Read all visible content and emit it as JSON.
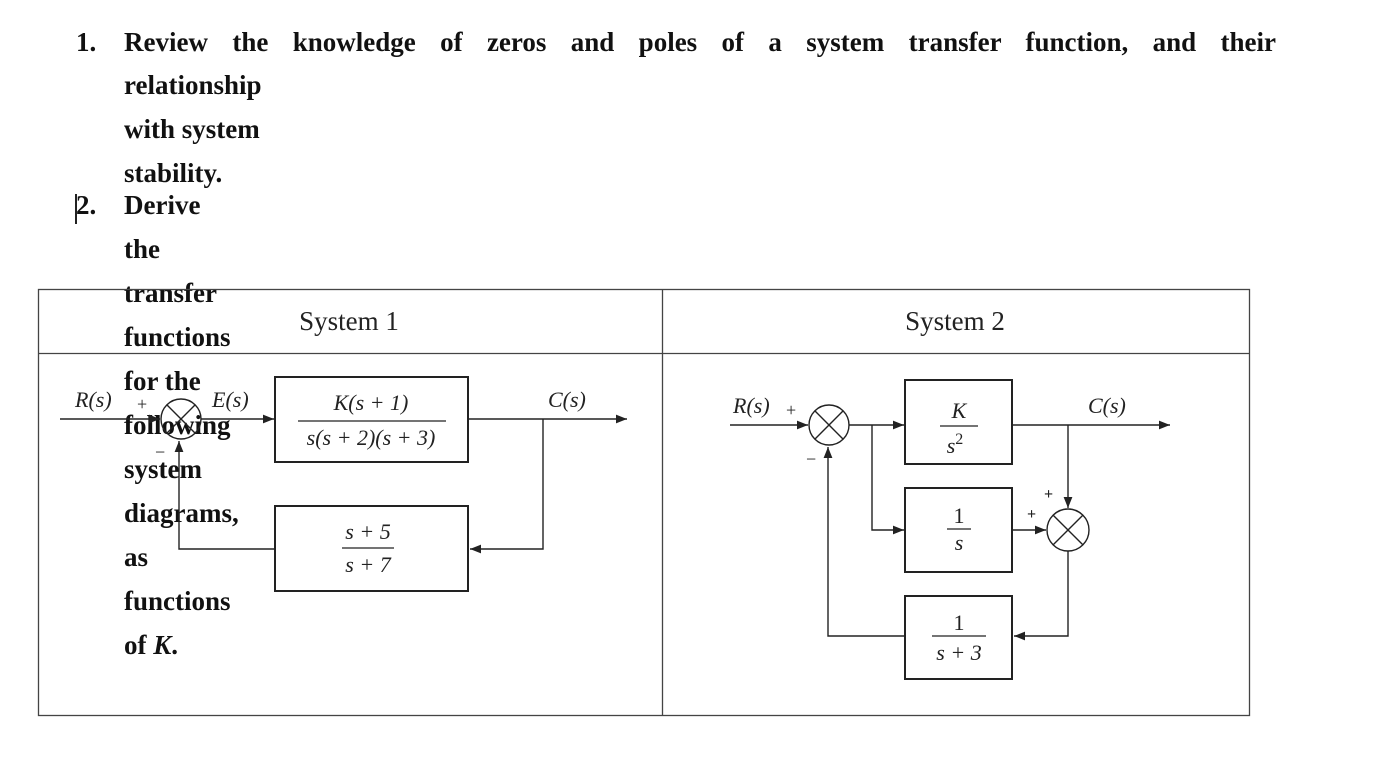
{
  "question1": {
    "number": "1.",
    "line1": "Review the knowledge of zeros and poles of a system transfer function, and their",
    "line2": "relationship with system stability."
  },
  "question2": {
    "number": "2.",
    "text_prefix": "Derive the transfer functions for the following system diagrams, as functions of ",
    "variable": "K",
    "text_suffix": "."
  },
  "table": {
    "headers": [
      "System 1",
      "System 2"
    ]
  },
  "system1": {
    "input_label": "R(s)",
    "error_label": "E(s)",
    "output_label": "C(s)",
    "sum_plus": "+",
    "sum_minus": "−",
    "forward_block": {
      "numerator": "K(s + 1)",
      "denominator": "s(s + 2)(s + 3)"
    },
    "feedback_block": {
      "numerator": "s + 5",
      "denominator": "s + 7"
    }
  },
  "system2": {
    "input_label": "R(s)",
    "output_label": "C(s)",
    "sum1_plus": "+",
    "sum1_minus": "−",
    "sum2_plus_top": "+",
    "sum2_plus_left": "+",
    "block_top": {
      "numerator": "K",
      "denominator": "s2"
    },
    "block_middle": {
      "numerator": "1",
      "denominator": "s"
    },
    "block_bottom": {
      "numerator": "1",
      "denominator": "s + 3"
    }
  }
}
